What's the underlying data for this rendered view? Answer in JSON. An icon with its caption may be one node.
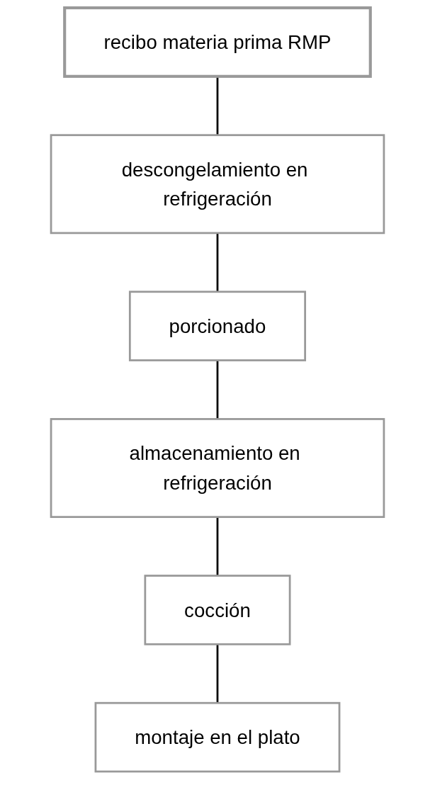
{
  "diagram": {
    "nodes": [
      {
        "text": [
          "recibo materia prima RMP"
        ]
      },
      {
        "text": [
          "descongelamiento en refrigeración"
        ]
      },
      {
        "text": [
          "porcionado"
        ]
      },
      {
        "text": [
          "almacenamiento en refrigeración"
        ]
      },
      {
        "text": [
          "cocción"
        ]
      },
      {
        "text": [
          "montaje en el plato"
        ]
      }
    ],
    "edges": [
      {
        "from": 0,
        "to": 1,
        "arrow": "none"
      },
      {
        "from": 1,
        "to": 2,
        "arrow": "none"
      },
      {
        "from": 2,
        "to": 3,
        "arrow": "none"
      },
      {
        "from": 3,
        "to": 4,
        "arrow": "none"
      },
      {
        "from": 4,
        "to": 5,
        "arrow": "none"
      }
    ]
  }
}
